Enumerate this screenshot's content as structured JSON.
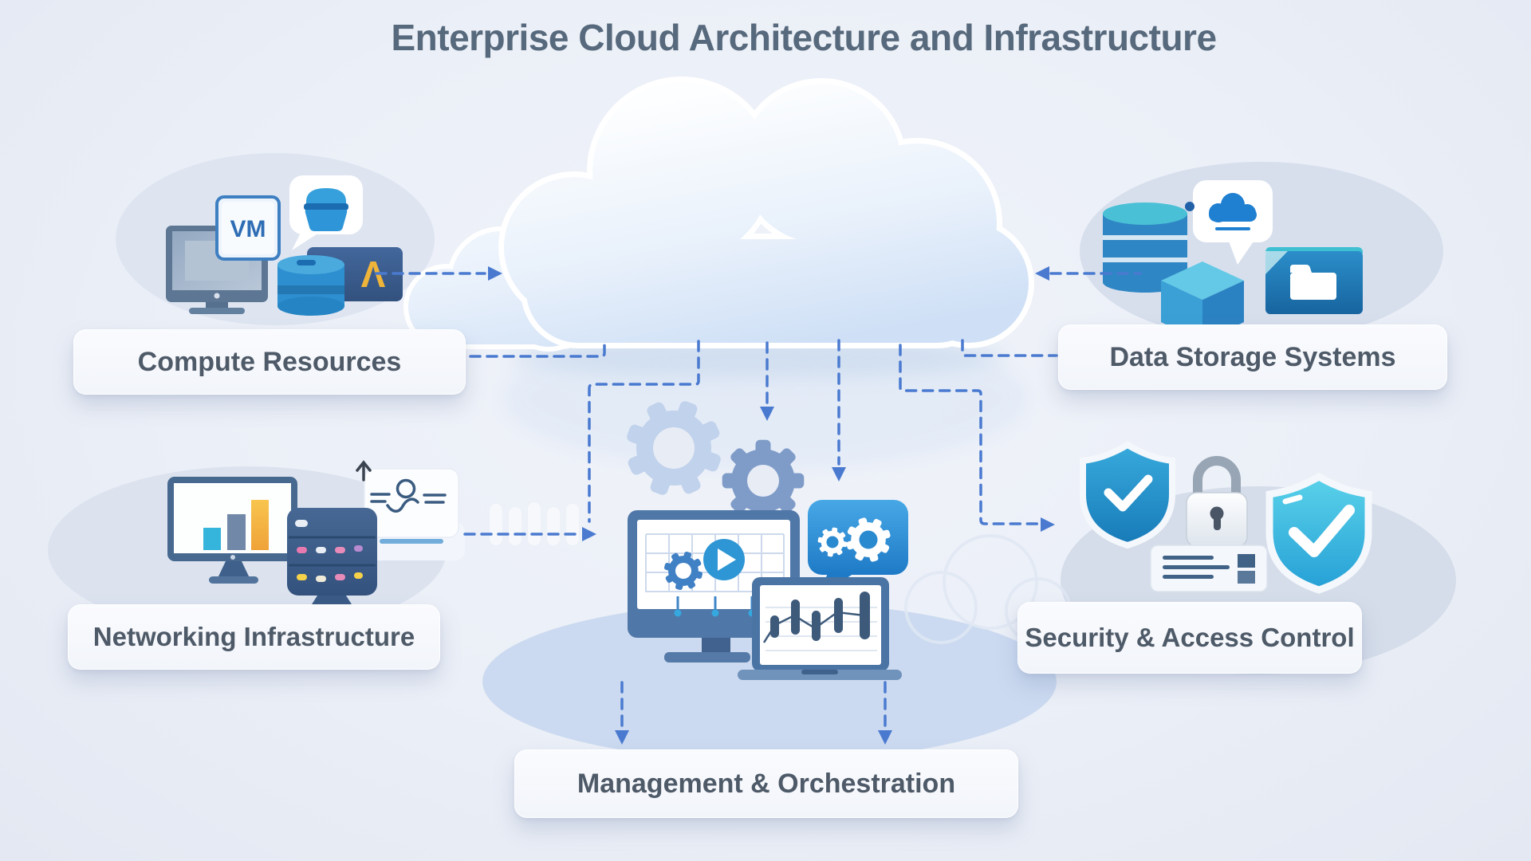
{
  "title": "Enterprise Cloud Architecture and Infrastructure",
  "nodes": {
    "compute": {
      "label": "Compute Resources"
    },
    "storage": {
      "label": "Data Storage Systems"
    },
    "networking": {
      "label": "Networking Infrastructure"
    },
    "management": {
      "label": "Management & Orchestration"
    },
    "security": {
      "label": "Security & Access Control"
    }
  },
  "glyphs": {
    "vm_badge": "VM",
    "lambda": "Λ"
  },
  "colors": {
    "background": "#ebeff7",
    "connector_blue": "#4a7ad0",
    "title_text": "#57697c",
    "label_text": "#4e5a68",
    "accent_blue": "#2e96d8",
    "accent_teal": "#45c2d8",
    "accent_yellow": "#f2b838",
    "dark_navy": "#3f5e8c",
    "shield_cyan": "#3cc8e4"
  }
}
